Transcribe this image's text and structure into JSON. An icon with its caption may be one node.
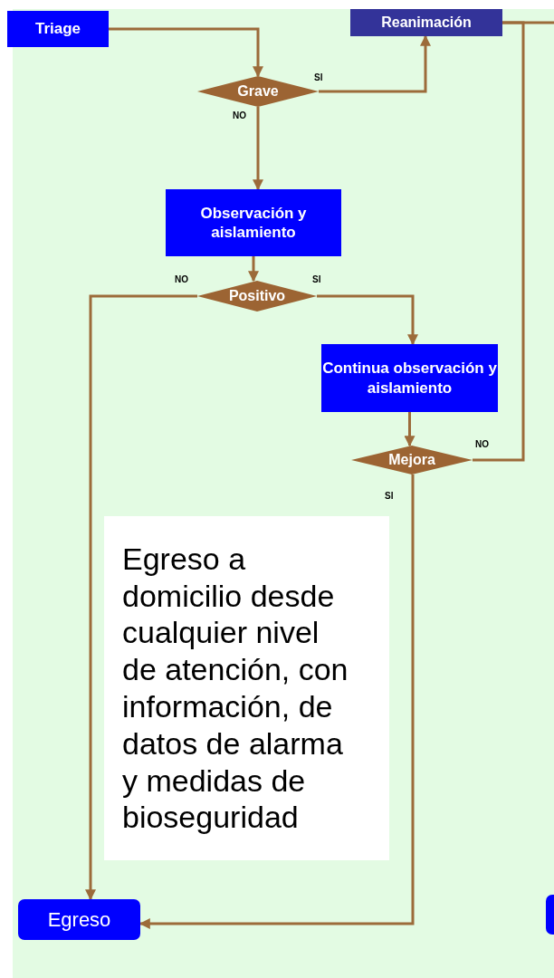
{
  "diagram": {
    "nodes": [
      {
        "text": [
          "Triage"
        ]
      },
      {
        "text": [
          "Reanimación"
        ]
      },
      {
        "text": [
          "Grave"
        ]
      },
      {
        "text": [
          "Observación y aislamiento"
        ]
      },
      {
        "text": [
          "Positivo"
        ]
      },
      {
        "text": [
          "Continua observación y aislamiento"
        ]
      },
      {
        "text": [
          "Mejora"
        ]
      },
      {
        "text": [
          "Egreso a domicilio desde cualquier nivel de atención, con información, de datos de alarma y medidas de bioseguridad"
        ]
      },
      {
        "text": [
          "Egreso"
        ]
      },
      {
        "text": [],
        "shape": "box"
      }
    ],
    "edges": [
      {
        "from": 0,
        "to": 2,
        "arrow": "to"
      },
      {
        "from": 2,
        "to": 1,
        "arrow": "to",
        "label": "SI"
      },
      {
        "from": 2,
        "to": 3,
        "arrow": "to",
        "label": "NO"
      },
      {
        "from": 3,
        "to": 4,
        "arrow": "to"
      },
      {
        "from": 4,
        "to": 8,
        "arrow": "to",
        "label": "NO"
      },
      {
        "from": 4,
        "to": 5,
        "arrow": "to",
        "label": "SI"
      },
      {
        "from": 5,
        "to": 6,
        "arrow": "to"
      },
      {
        "from": 6,
        "to": 8,
        "arrow": "to",
        "label": "SI"
      },
      {
        "from": 6,
        "to": 1,
        "arrow": "none",
        "label": "NO"
      },
      {
        "from": 1,
        "to": null,
        "arrow": "none"
      }
    ]
  }
}
